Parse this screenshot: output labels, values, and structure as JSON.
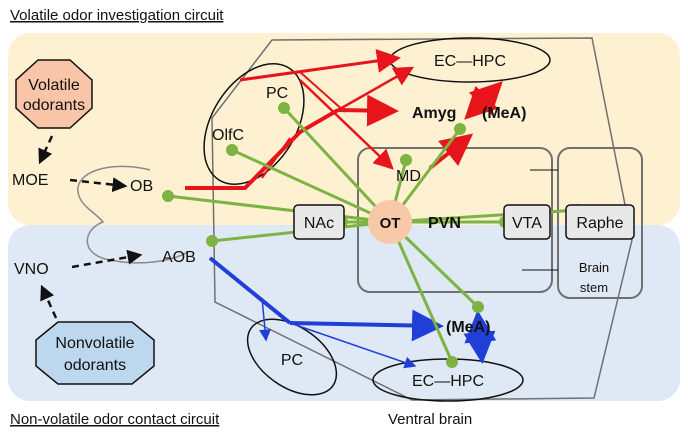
{
  "titles": {
    "volatile_circuit": "Volatile odor investigation circuit",
    "nonvolatile_circuit": "Non-volatile odor contact circuit",
    "ventral_brain": "Ventral brain"
  },
  "nodes": {
    "volatile_odorants": [
      "Volatile",
      "odorants"
    ],
    "nonvolatile_odorants": [
      "Nonvolatile",
      "odorants"
    ],
    "moe": "MOE",
    "ob": "OB",
    "vno": "VNO",
    "aob": "AOB",
    "pc_top": "PC",
    "olfc": "OlfC",
    "ec_hpc_top": "EC—HPC",
    "amyg": "Amyg",
    "mea_top": "(MeA)",
    "md": "MD",
    "nac": "NAc",
    "ot": "OT",
    "pvn": "PVN",
    "vta": "VTA",
    "raphe": "Raphe",
    "brain_stem": [
      "Brain",
      "stem"
    ],
    "mea_bottom": "(MeA)",
    "pc_bottom": "PC",
    "ec_hpc_bottom": "EC—HPC"
  },
  "colors": {
    "volatile_bg": "#fdf1d1",
    "nonvolatile_bg": "#dfe8f5",
    "volatile_pathway": "#e8141b",
    "nonvolatile_pathway": "#1f3fd8",
    "ot_output": "#7cb342",
    "ot_fill": "#f8c9a9",
    "volatile_odorant_fill": "#f9c5a9",
    "nonvolatile_odorant_fill": "#bcd7ee",
    "box_fill": "#e8e8e8",
    "outline": "#707070"
  }
}
